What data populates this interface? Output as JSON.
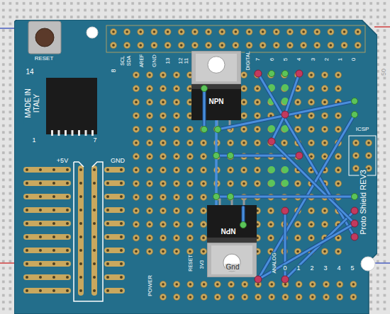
{
  "diagram": {
    "nodes": [
      {
        "text": [
          "Proto Shield REV3"
        ]
      },
      {
        "text": [
          "NPN"
        ],
        "in": 0
      },
      {
        "text": [
          "NPN"
        ],
        "in": 0
      }
    ],
    "edges": [
      {
        "from": 1,
        "to": 2,
        "arrow": "none"
      }
    ],
    "labels": [
      "RESET",
      "14",
      "MADE IN ITALY",
      "1",
      "7",
      "8",
      "SCL",
      "SDA",
      "AREF",
      "GND",
      "13",
      "12",
      "11",
      "DIGITAL",
      "7",
      "6",
      "5",
      "4",
      "3",
      "2",
      "1",
      "0",
      "+5V",
      "GND",
      "ICSP",
      "50",
      "POWER",
      "RESET",
      "3V3",
      "Gnd",
      "ANALOG",
      "0",
      "1",
      "2",
      "3",
      "4",
      "5"
    ]
  }
}
